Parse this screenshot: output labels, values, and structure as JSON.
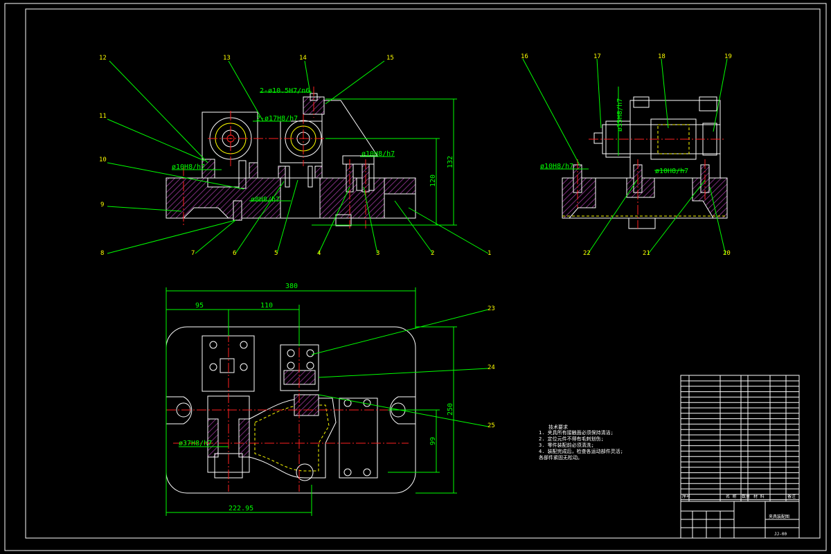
{
  "balloons": {
    "b1": "1",
    "b2": "2",
    "b3": "3",
    "b4": "4",
    "b5": "5",
    "b6": "6",
    "b7": "7",
    "b8": "8",
    "b9": "9",
    "b10": "10",
    "b11": "11",
    "b12": "12",
    "b13": "13",
    "b14": "14",
    "b15": "15",
    "b16": "16",
    "b17": "17",
    "b18": "18",
    "b19": "19",
    "b20": "20",
    "b21": "21",
    "b22": "22",
    "b23": "23",
    "b24": "24",
    "b25": "25"
  },
  "dimensions": {
    "fit_top": "2-ø10.5H7/n6",
    "fit_mid": "2-ø17H8/h7",
    "fit_left": "ø10H8/h7",
    "fit_bottom_left": "ø8H8/h7",
    "fit_right": "ø10H8/h7",
    "height_132": "132",
    "height_120": "120",
    "side_fit_vert": "ø35H8/h7",
    "side_fit_left": "ø10H8/h7",
    "side_fit_right": "ø10H8/h7",
    "plan_width": "380",
    "plan_95": "95",
    "plan_110": "110",
    "plan_fit": "ø37H8/h7",
    "plan_bottom": "222.95",
    "plan_99": "99",
    "plan_250": "250"
  },
  "notes": {
    "title": "技术要求",
    "lines": [
      "1. 夹具所有接触面必须保持清洁;",
      "2. 定位元件不得有毛刺划伤;",
      "3. 零件装配前必须清洗;",
      "4. 装配完成后，检查各运动部件灵活;",
      "各部件紧固无松动。"
    ]
  },
  "title_block": {
    "header_no": "序号",
    "header_name": "名 称",
    "header_qty": "数量",
    "header_material": "材 料",
    "header_note": "备注",
    "drawing_name": "夹具装配图",
    "drawing_code": "JJ-00"
  }
}
